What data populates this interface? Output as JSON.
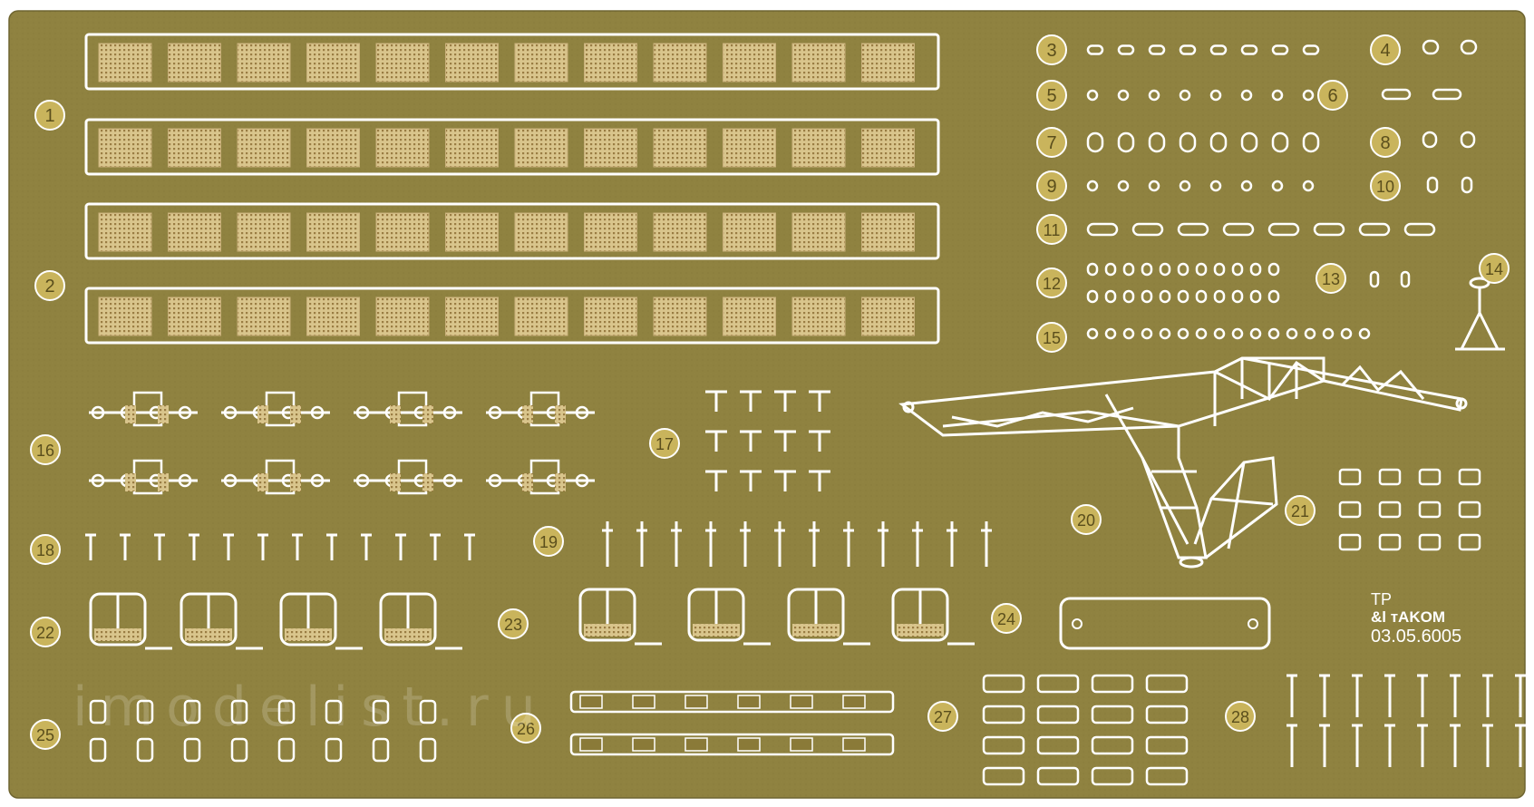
{
  "image": {
    "subject": "photo-etched brass detail fret",
    "colors": {
      "brass": "#8f8240",
      "brass_dark": "#6f6530",
      "brass_light": "#d9c58c",
      "cut": "#ffffff",
      "mesh": "#9a7d43",
      "marker": "#c9b45c"
    }
  },
  "part_numbers": [
    "1",
    "2",
    "3",
    "4",
    "5",
    "6",
    "7",
    "8",
    "9",
    "10",
    "11",
    "12",
    "13",
    "14",
    "15",
    "16",
    "17",
    "18",
    "19",
    "20",
    "21",
    "22",
    "23",
    "24",
    "25",
    "26",
    "27",
    "28"
  ],
  "makers_mark": {
    "line1": "TP",
    "line2": "&l тAKOM",
    "code": "03.05.6005"
  },
  "watermark": "imodelist.ru"
}
